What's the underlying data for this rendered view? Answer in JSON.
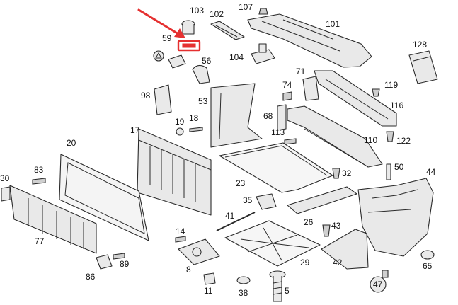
{
  "diagram": {
    "callouts": [
      "103",
      "107",
      "102",
      "101",
      "59",
      "56",
      "104",
      "128",
      "71",
      "74",
      "119",
      "98",
      "53",
      "19",
      "18",
      "68",
      "116",
      "17",
      "113",
      "110",
      "122",
      "20",
      "83",
      "32",
      "50",
      "44",
      "30",
      "23",
      "35",
      "41",
      "26",
      "43",
      "77",
      "14",
      "29",
      "42",
      "65",
      "89",
      "86",
      "8",
      "11",
      "38",
      "5",
      "47"
    ],
    "colors": {
      "line": "#2a2a2a",
      "fill": "#e9e9e9",
      "highlight": "#e53030"
    }
  }
}
